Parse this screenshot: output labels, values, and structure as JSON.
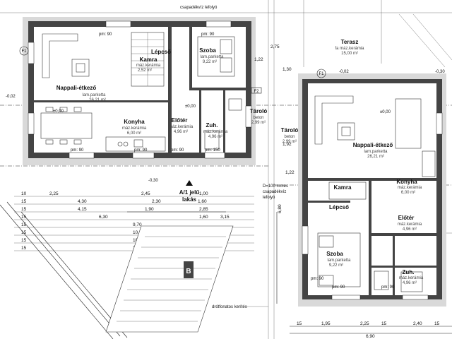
{
  "plan_a": {
    "rooms": {
      "nappali_name": "Nappali-étkező",
      "nappali_mat": "lam.parketta",
      "nappali_area": "26,21 m²",
      "kamra_name": "Kamra",
      "kamra_mat": "máz.kerámia",
      "kamra_area": "2,52 m²",
      "lepcso_name": "Lépcső",
      "szoba_name": "Szoba",
      "szoba_mat": "lam.parketta",
      "szoba_area": "9,22 m²",
      "konyha_name": "Konyha",
      "konyha_mat": "máz.kerámia",
      "konyha_area": "6,00 m²",
      "eloter_name": "Előtér",
      "eloter_mat": "máz.kerámia",
      "eloter_area": "4,96 m²",
      "zuh_name": "Zuh.",
      "zuh_mat": "máz.kerámia",
      "zuh_area": "4,96 m²",
      "taroló_name": "Tároló",
      "taroló_mat": "beton",
      "taroló_area": "2,99 m²"
    },
    "labels": {
      "top_note": "csapadékvíz lefolyó",
      "level": "±0,00",
      "level2": "±0,00",
      "ext_level": "-0,02",
      "ext_level2": "-0,30",
      "access": "A/1 jelű",
      "access2": "lakás",
      "f1": "F1",
      "f2": "F2",
      "pm1": "pm: 90",
      "pm2": "pm: 90",
      "pm3": "pm: 90",
      "pm4": "pm: 90",
      "pm5": "pm: 150",
      "pm6": "pm: 90",
      "b_mark": "B"
    }
  },
  "plan_b": {
    "rooms": {
      "terasz_name": "Terasz",
      "terasz_mat": "fa máz.kerámia",
      "terasz_area": "15,00 m²",
      "nappali_name": "Nappali-étkező",
      "nappali_mat": "lam.parketta",
      "nappali_area": "26,21 m²",
      "kamra_name": "Kamra",
      "lepcso_name": "Lépcső",
      "konyha_name": "Konyha",
      "konyha_mat": "máz.kerámia",
      "konyha_area": "6,00 m²",
      "szoba_name": "Szoba",
      "szoba_mat": "lam.parketta",
      "szoba_area": "9,22 m²",
      "eloter_name": "Előtér",
      "eloter_mat": "máz.kerámia",
      "eloter_area": "4,96 m²",
      "zuh_name": "Zuh.",
      "zuh_mat": "máz.kerámia",
      "zuh_area": "4,96 m²",
      "taroló_name": "Tároló",
      "taroló_mat": "beton",
      "taroló_area": "2,99 m²"
    },
    "labels": {
      "pipe_note": "D=100 mmes",
      "pipe_note2": "csapadékvíz",
      "pipe_note3": "lefolyó",
      "level": "±0,00",
      "ext_level": "-0,02",
      "ext_level2": "-0,30",
      "f1": "F1",
      "pm1": "pm: 90",
      "pm2": "pm: 90",
      "pm3": "pm: 90",
      "fence": "drótfonatos kerítés"
    }
  },
  "dims_left": [
    "2,25",
    "2,45",
    "1,00",
    "4,30",
    "2,30",
    "1,60",
    "4,15",
    "1,90",
    "2,85",
    "6,30",
    "1,60",
    "3,15",
    "9,70",
    "10,30",
    "10,60",
    "10,80"
  ],
  "dims_bottom": [
    "1,95",
    "2,25",
    "2,40",
    "6,90",
    "15",
    "15",
    "15"
  ],
  "dims_side": [
    "2,75",
    "1,22",
    "1,30",
    "1,92",
    "1,22",
    "6,80"
  ],
  "small_dims": [
    "10",
    "15",
    "15",
    "15",
    "15",
    "15",
    "15",
    "15",
    "15",
    "15",
    "15",
    "15",
    "15"
  ]
}
